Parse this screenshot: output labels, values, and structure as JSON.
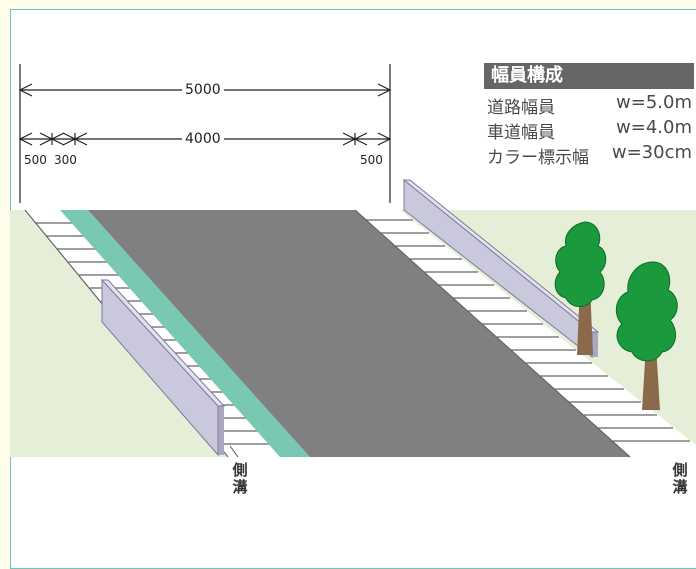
{
  "legend": {
    "title": "幅員構成",
    "rows": [
      {
        "label": "道路幅員",
        "value": "w=5.0m"
      },
      {
        "label": "車道幅員",
        "value": "w=4.0m"
      },
      {
        "label": "カラー標示幅",
        "value": "w=30cm"
      }
    ]
  },
  "dimensions": {
    "total": "5000",
    "carriageway": "4000",
    "left_margin": "500",
    "color_band": "300",
    "right_margin": "500"
  },
  "drains": {
    "left": "側溝",
    "right": "側溝"
  },
  "colors": {
    "asphalt": "#808080",
    "color_band": "#78c8b4",
    "grass": "#e5efd7",
    "wall": "#c9c8dc",
    "tree_green": "#1a9a3c",
    "frame": "#6cc8b4"
  }
}
